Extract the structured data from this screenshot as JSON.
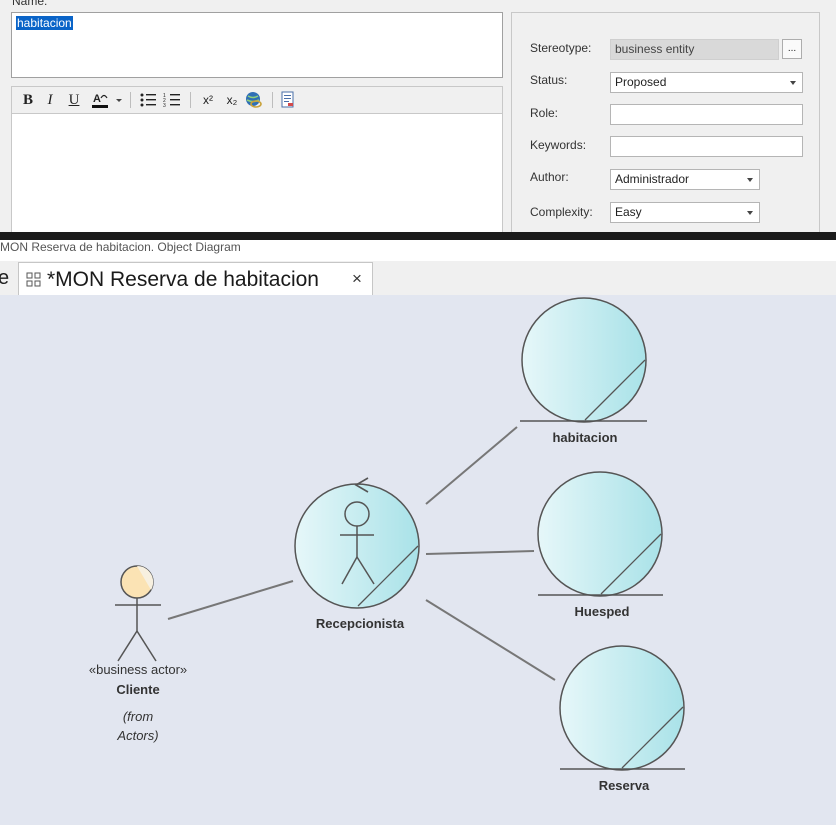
{
  "properties": {
    "name_label": "Name:",
    "name_value": "habitacion",
    "toolbar": {
      "bold": "B",
      "italic": "I",
      "underline": "U",
      "superscript": "x²",
      "subscript": "x₂"
    },
    "stereotype_label": "Stereotype:",
    "stereotype_value": "business entity",
    "stereotype_button": "...",
    "status_label": "Status:",
    "status_value": "Proposed",
    "role_label": "Role:",
    "role_value": "",
    "keywords_label": "Keywords:",
    "keywords_value": "",
    "author_label": "Author:",
    "author_value": "Administrador",
    "complexity_label": "Complexity:",
    "complexity_value": "Easy"
  },
  "diagram": {
    "caption": "MON Reserva de habitacion.  Object Diagram",
    "prev_tab_fragment": "e",
    "tab_title": "*MON Reserva de habitacion",
    "tab_close": "×",
    "elements": {
      "habitacion": "habitacion",
      "huesped": "Huesped",
      "reserva": "Reserva",
      "recepcionista": "Recepcionista",
      "cliente_stereotype": "«business actor»",
      "cliente": "Cliente",
      "cliente_from_1": "(from",
      "cliente_from_2": "Actors)"
    }
  },
  "colors": {
    "canvas_bg": "#e2e6f0",
    "entity_fill": "#bfeaee",
    "actor_head": "#fbe3b4",
    "selection": "#0a64c8"
  }
}
